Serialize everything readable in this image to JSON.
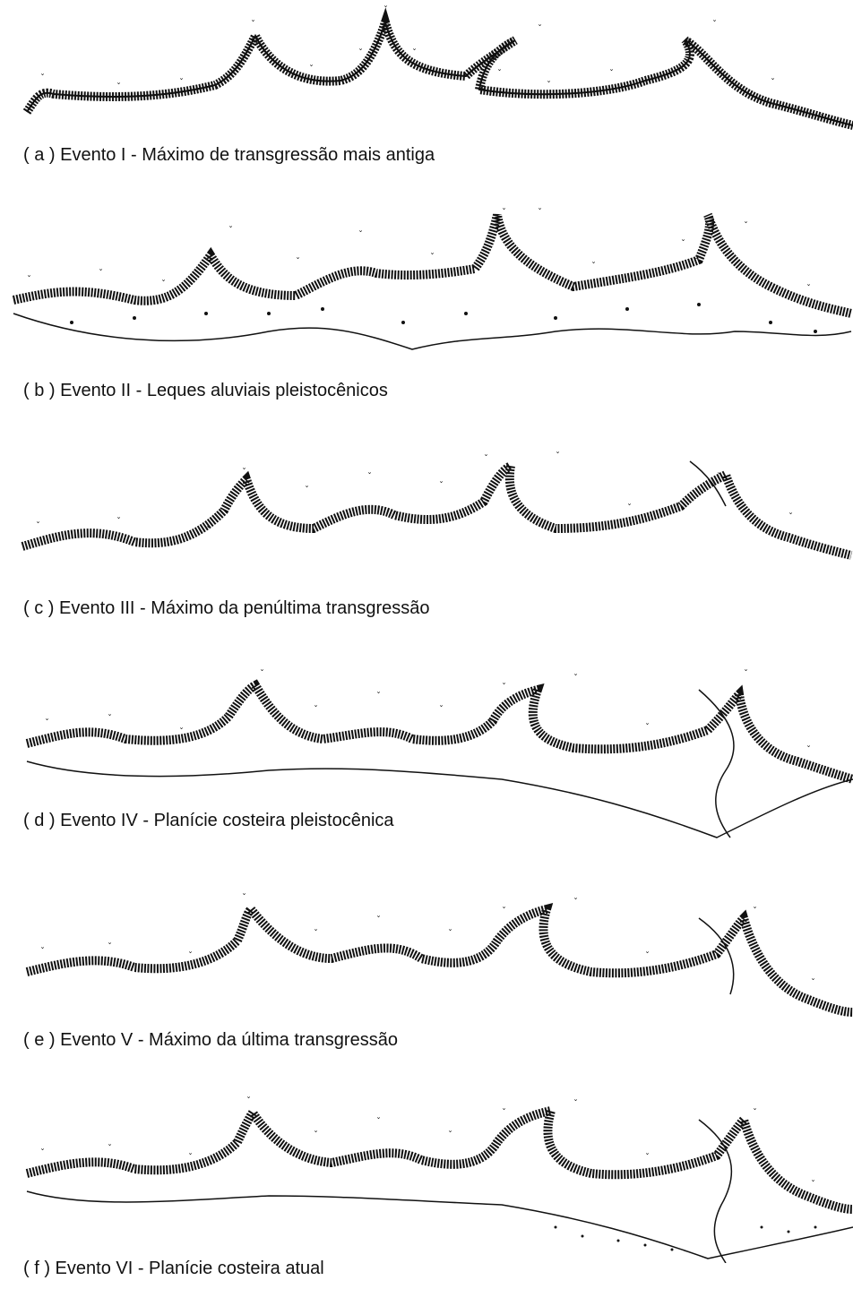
{
  "colors": {
    "ink": "#111111",
    "paper": "#ffffff"
  },
  "panels": [
    {
      "id": "a",
      "caption": "( a ) Evento I - Máximo de transgressão mais antiga"
    },
    {
      "id": "b",
      "caption": "( b ) Evento II - Leques aluviais pleistocênicos"
    },
    {
      "id": "c",
      "caption": "( c ) Evento III - Máximo da penúltima transgressão"
    },
    {
      "id": "d",
      "caption": "( d ) Evento IV - Planície costeira pleistocênica"
    },
    {
      "id": "e",
      "caption": "( e ) Evento V - Máximo da última transgressão"
    },
    {
      "id": "f",
      "caption": "( f ) Evento VI - Planície costeira atual"
    }
  ]
}
